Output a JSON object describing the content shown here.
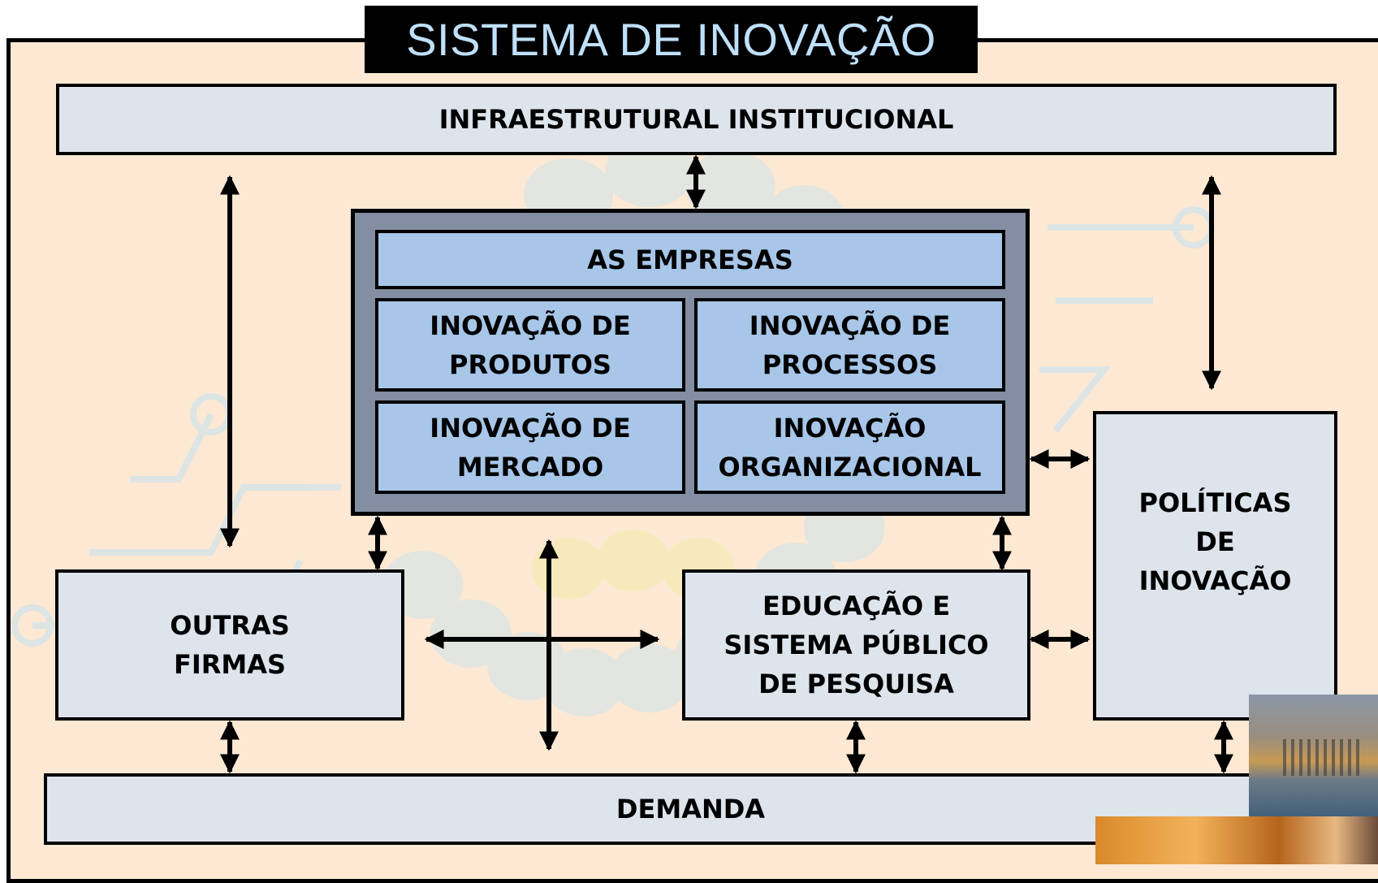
{
  "title": "SISTEMA DE INOVAÇÃO",
  "boxes": {
    "infra": "INFRAESTRUTURAL INSTITUCIONAL",
    "empresas": "AS EMPRESAS",
    "produtos": "INOVAÇÃO DE\nPRODUTOS",
    "processos": "INOVAÇÃO DE\nPROCESSOS",
    "mercado": "INOVAÇÃO DE\nMERCADO",
    "organizacional": "INOVAÇÃO\nORGANIZACIONAL",
    "outras_firmas": "OUTRAS\nFIRMAS",
    "educacao": "EDUCAÇÃO E\nSISTEMA PÚBLICO\nDE PESQUISA",
    "politicas": "POLÍTICAS\nDE\nINOVAÇÃO",
    "demanda": "DEMANDA"
  },
  "colors": {
    "background": "#fde8d4",
    "box_light": "#dde4ec",
    "box_blue": "#a7c6e8",
    "empresas_frame": "#838ea2",
    "title_bg": "#000000",
    "title_text": "#bfe0fa"
  }
}
